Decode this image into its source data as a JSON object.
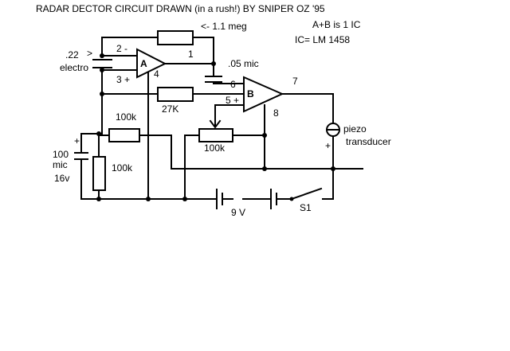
{
  "title": "RADAR DECTOR CIRCUIT DRAWN (in a rush!) BY SNIPER OZ  '95",
  "notes": {
    "ic_group": "A+B is 1 IC",
    "ic_type": "IC= LM 1458"
  },
  "components": {
    "r_feedback_top": "<- 1.1 meg",
    "r_27k": "27K",
    "r_100k_bias": "100k",
    "r_100k_left": "100k",
    "pot_100k": "100k",
    "c_005": ".05 mic",
    "c_022_value": ".22",
    "c_022_type": "electro",
    "c_100_value": "100",
    "c_100_unit": "mic",
    "c_100_voltage": "16v",
    "battery": "9 V",
    "switch": "S1",
    "piezo_line1": "piezo",
    "piezo_line2": "transducer"
  },
  "opamp_a": {
    "label": "A",
    "pin_inv": "2 -",
    "pin_noninv": "3 +",
    "pin_out": "1",
    "pin_gnd": "4"
  },
  "opamp_b": {
    "label": "B",
    "pin_inv": "6",
    "pin_noninv": "5 +",
    "pin_out": "7",
    "pin_vcc": "8"
  },
  "symbols": {
    "plus": "+",
    "chevron": ">"
  }
}
